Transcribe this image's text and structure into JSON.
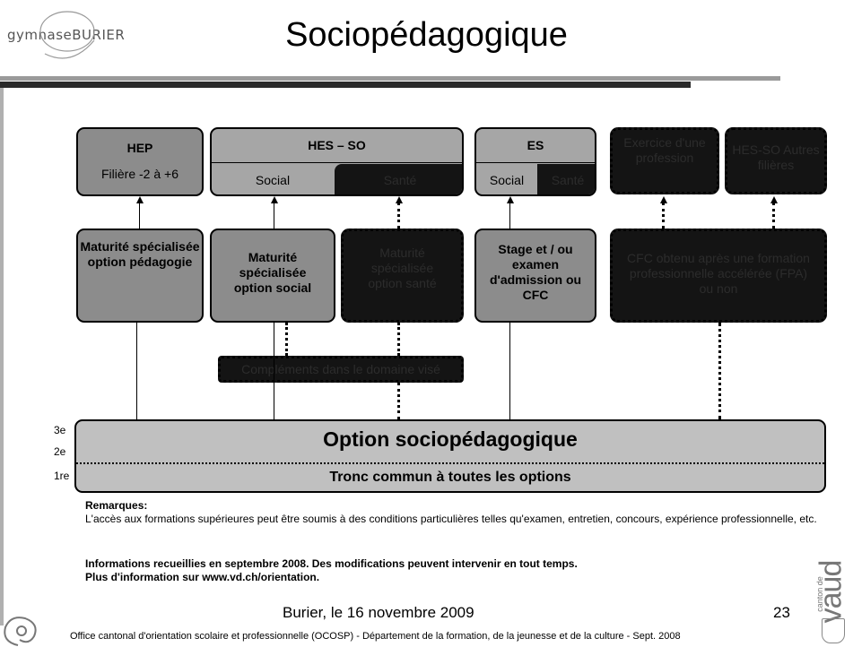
{
  "header": {
    "logo_text": "gymnaseBURIER",
    "title": "Sociopédagogique"
  },
  "top_boxes": {
    "hep": {
      "title": "HEP",
      "sub": "Filière -2 à +6"
    },
    "hes_so": {
      "title": "HES – SO",
      "left": "Social",
      "right": "Santé"
    },
    "es": {
      "title": "ES",
      "left": "Social",
      "right": "Santé"
    },
    "exercice": "Exercice d'une profession",
    "hes_so_autres": "HES-SO Autres filières"
  },
  "middle_boxes": {
    "maturite_peda": "Maturité spécialisée option pédagogie",
    "maturite_social": "Maturité spécialisée option social",
    "maturite_sante": "Maturité spécialisée option santé",
    "stage": "Stage et / ou examen d'admission ou CFC",
    "cfc": "CFC obtenu après une formation professionnelle accélérée (FPA) ou non"
  },
  "complements": "Compléments dans le domaine visé",
  "base": {
    "levels": [
      "3e",
      "2e",
      "1re"
    ],
    "option": "Option sociopédagogique",
    "tronc": "Tronc commun à toutes les options"
  },
  "remarks": {
    "heading": "Remarques:",
    "text": "L'accès aux formations supérieures peut être soumis à des conditions particulières telles qu'examen, entretien, concours, expérience professionnelle, etc.",
    "info1": "Informations recueillies en septembre 2008. Des modifications peuvent intervenir en tout temps.",
    "info2": "Plus d'information sur www.vd.ch/orientation."
  },
  "footer": {
    "date": "Burier, le 16 novembre 2009",
    "page": "23",
    "credit": "Office cantonal d'orientation scolaire et professionnelle (OCOSP)  - Département de la formation, de la jeunesse et de la culture - Sept. 2008",
    "canton_small": "canton de",
    "canton_big": "vaud"
  }
}
